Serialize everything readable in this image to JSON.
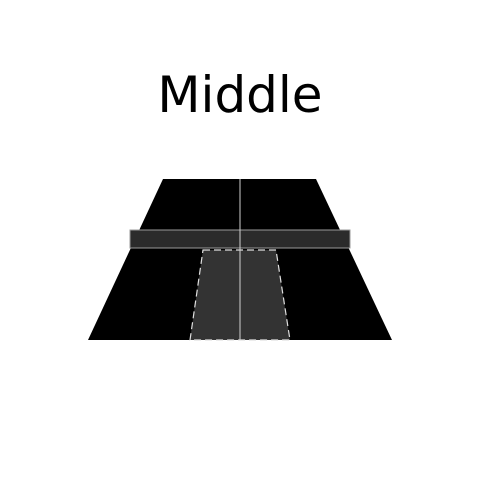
{
  "title": "Middle",
  "colors": {
    "court": "#000000",
    "highlight_zone": "#333333",
    "band": "#2b2b2b",
    "lines": "#d0d0d0",
    "band_outline": "#9a9a9a",
    "background": "#ffffff"
  },
  "icon": "volleyball-court-zone-diagram",
  "highlighted_zone": "middle"
}
